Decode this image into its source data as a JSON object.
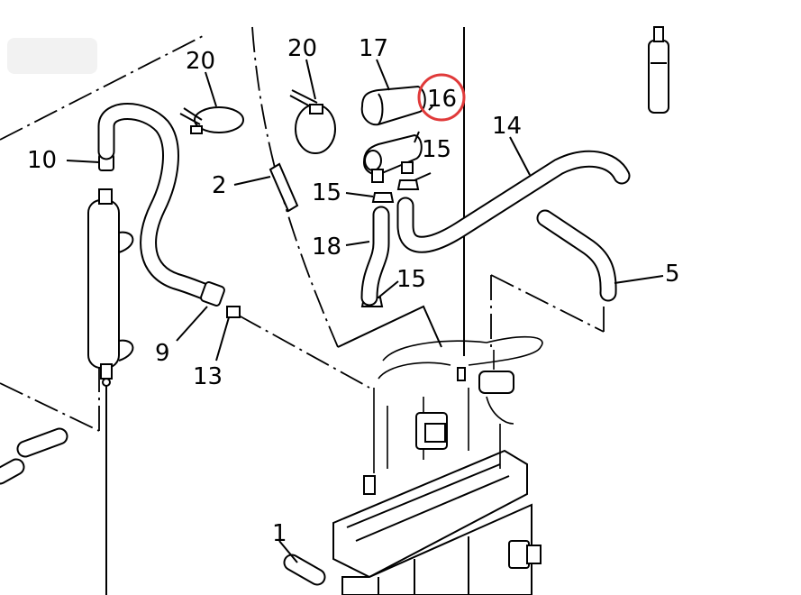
{
  "callouts": [
    {
      "id": "20a",
      "text": "20"
    },
    {
      "id": "20b",
      "text": "20"
    },
    {
      "id": "17",
      "text": "17"
    },
    {
      "id": "16",
      "text": "16"
    },
    {
      "id": "15a",
      "text": "15"
    },
    {
      "id": "14",
      "text": "14"
    },
    {
      "id": "10",
      "text": "10"
    },
    {
      "id": "2",
      "text": "2"
    },
    {
      "id": "15b",
      "text": "15"
    },
    {
      "id": "18",
      "text": "18"
    },
    {
      "id": "15c",
      "text": "15"
    },
    {
      "id": "5",
      "text": "5"
    },
    {
      "id": "9",
      "text": "9"
    },
    {
      "id": "13",
      "text": "13"
    },
    {
      "id": "1",
      "text": "1"
    }
  ],
  "highlight": {
    "part": "16",
    "color": "#e03a3a"
  }
}
